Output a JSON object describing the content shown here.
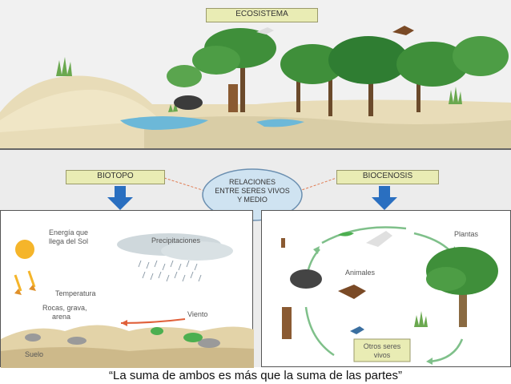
{
  "labels": {
    "ecosistema": "ECOSISTEMA",
    "biotopo": "BIOTOPO",
    "biocenosis": "BIOCENOSIS",
    "relaciones": [
      "RELACIONES",
      "ENTRE SERES VIVOS",
      "Y MEDIO"
    ]
  },
  "biotopo_panel": {
    "energia": [
      "Energía que",
      "llega del Sol"
    ],
    "precipitaciones": "Precipitaciones",
    "temperatura": "Temperatura",
    "rocas": [
      "Rocas, grava,",
      "arena"
    ],
    "viento": "Viento",
    "suelo": "Suelo"
  },
  "biocenosis_panel": {
    "plantas": "Plantas",
    "animales": "Animales",
    "otros": [
      "Otros seres",
      "vivos"
    ]
  },
  "caption": "“La suma de ambos es más que la suma de las partes”",
  "colors": {
    "label_fill": "#e9ecb4",
    "arrow_blue": "#2a6fc0",
    "water": "#6cb8d8",
    "tree_green": "#3f8f3a",
    "ellipse_fill": "#cfe3f1"
  }
}
